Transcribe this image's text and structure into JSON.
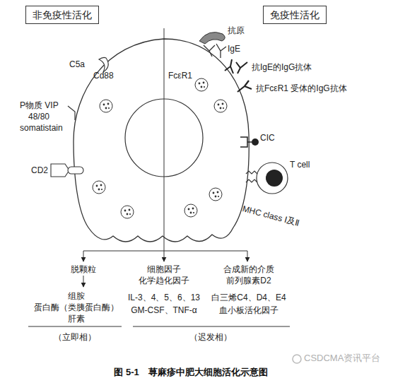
{
  "diagram": {
    "caption": "图 5-1　荨麻疹中肥大细胞活化示意图",
    "nodes": [
      {
        "text": [
          "非免疫性活化"
        ]
      },
      {
        "text": [
          "免疫性活化"
        ]
      }
    ],
    "labels": [
      "C5a",
      "Cd88",
      "FcεR1",
      "抗原",
      "IgE",
      "抗IgE的IgG抗体",
      "抗FcεR1 受体的IgG抗体",
      "P物质 VIP",
      "48/80",
      "somatistain",
      "CD2",
      "CIC",
      "T cell",
      "MHC class Ⅰ及Ⅱ",
      "脱颗粒",
      "组胺",
      "蛋白酶（类胰蛋白酶）",
      "肝素",
      "细胞因子",
      "化学趋化因子",
      "IL-3、4、5、6、13",
      "GM-CSF、TNF-α",
      "合成新的介质",
      "前列腺素D2",
      "白三烯C4、D4、E4",
      "血小板活化因子",
      "（立即相）",
      "（迟发相）",
      "CSDCMA资讯平台"
    ]
  }
}
